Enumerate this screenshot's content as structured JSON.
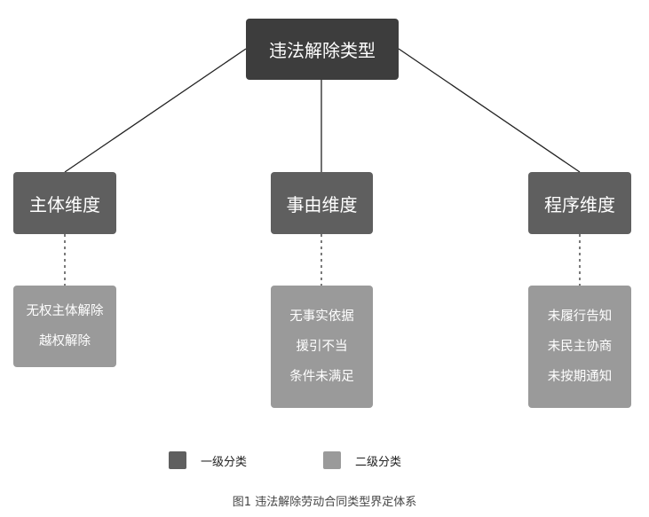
{
  "root": {
    "label": "违法解除类型"
  },
  "dimensions": [
    {
      "label": "主体维度",
      "items": [
        "无权主体解除",
        "越权解除"
      ]
    },
    {
      "label": "事由维度",
      "items": [
        "无事实依据",
        "援引不当",
        "条件未满足"
      ]
    },
    {
      "label": "程序维度",
      "items": [
        "未履行告知",
        "未民主协商",
        "未按期通知"
      ]
    }
  ],
  "legend": [
    {
      "label": "一级分类",
      "color": "#5f5f5f"
    },
    {
      "label": "二级分类",
      "color": "#9a9a9a"
    }
  ],
  "colors": {
    "root": "#3d3d3d",
    "level1": "#5f5f5f",
    "level2": "#9a9a9a",
    "line": "#222222"
  },
  "caption": "图1   违法解除劳动合同类型界定体系"
}
